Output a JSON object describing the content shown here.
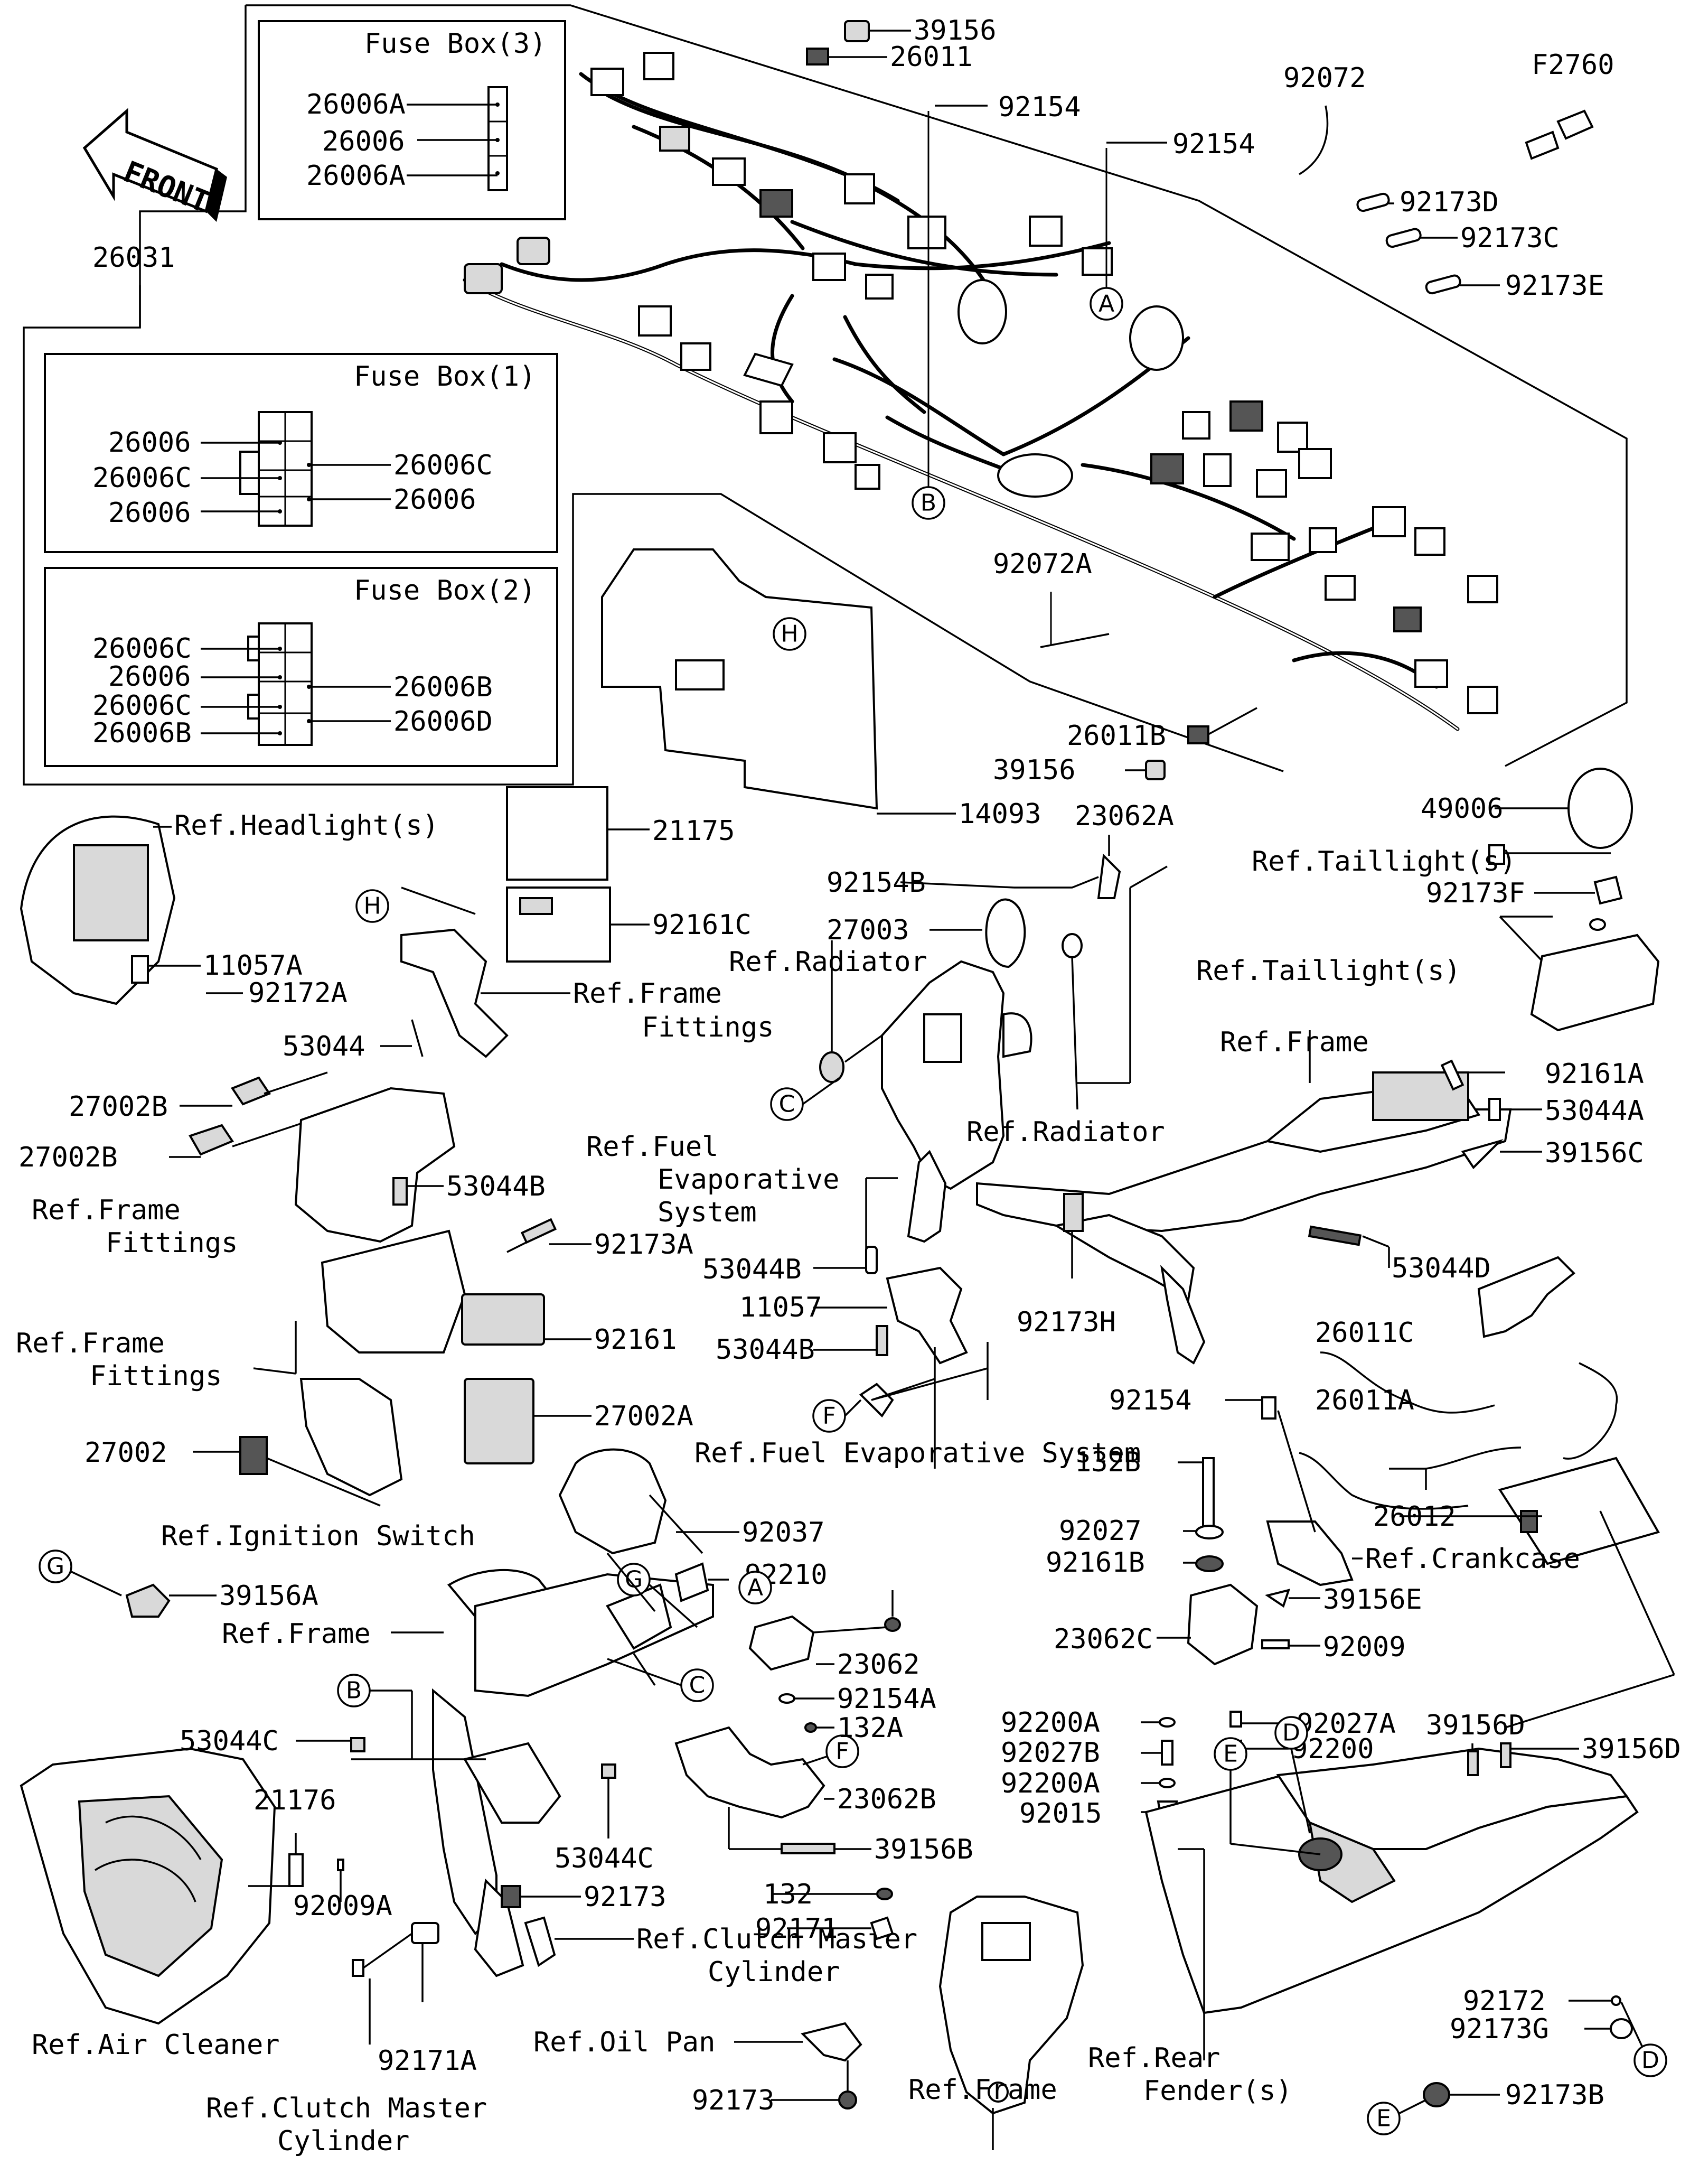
{
  "figure_code": "F2760",
  "front_arrow": "FRONT",
  "fuse_boxes": {
    "box3": {
      "title": "Fuse Box(3)",
      "labels": [
        "26006A",
        "26006",
        "26006A"
      ]
    },
    "box1": {
      "title": "Fuse Box(1)",
      "left": [
        "26006",
        "26006C",
        "26006"
      ],
      "right": [
        "26006C",
        "26006"
      ]
    },
    "box2": {
      "title": "Fuse Box(2)",
      "left": [
        "26006C",
        "26006",
        "26006C",
        "26006B"
      ],
      "right": [
        "26006B",
        "26006D"
      ]
    }
  },
  "part_labels": {
    "p26031": "26031",
    "p39156_top": "39156",
    "p26011": "26011",
    "p92154_a": "92154",
    "p92154_b": "92154",
    "p92072": "92072",
    "p92173D": "92173D",
    "p92173C": "92173C",
    "p92173E": "92173E",
    "p92072A": "92072A",
    "p26011B": "26011B",
    "p39156_mid": "39156",
    "p49006": "49006",
    "p14093": "14093",
    "p21175": "21175",
    "p92161C": "92161C",
    "p23062A": "23062A",
    "p92154B": "92154B",
    "p27003": "27003",
    "p11057A": "11057A",
    "p92172A": "92172A",
    "p53044": "53044",
    "p27002B_a": "27002B",
    "p27002B_b": "27002B",
    "p53044B_a": "53044B",
    "p92173A": "92173A",
    "p92161": "92161",
    "p27002A": "27002A",
    "p27002": "27002",
    "p92037": "92037",
    "p39156A": "39156A",
    "p92210": "92210",
    "p23062": "23062",
    "p92154A": "92154A",
    "p132A": "132A",
    "p23062B": "23062B",
    "p39156B": "39156B",
    "p53044C_a": "53044C",
    "p53044C_b": "53044C",
    "p21176": "21176",
    "p92009A": "92009A",
    "p92173_a": "92173",
    "p92171A": "92171A",
    "p132": "132",
    "p92171": "92171",
    "p92173_b": "92173",
    "p53044B_b": "53044B",
    "p11057": "11057",
    "p53044B_c": "53044B",
    "p92173H": "92173H",
    "p92173F": "92173F",
    "p92161A": "92161A",
    "p53044A": "53044A",
    "p39156C": "39156C",
    "p53044D": "53044D",
    "p26011C": "26011C",
    "p92154_c": "92154",
    "p26011A": "26011A",
    "p132B": "132B",
    "p92027": "92027",
    "p92161B": "92161B",
    "p26012": "26012",
    "p39156E": "39156E",
    "p23062C": "23062C",
    "p92009": "92009",
    "p92200A_a": "92200A",
    "p92027A": "92027A",
    "p92027B": "92027B",
    "p92200": "92200",
    "p92200A_b": "92200A",
    "p92015": "92015",
    "p39156D_a": "39156D",
    "p39156D_b": "39156D",
    "p92172": "92172",
    "p92173G": "92173G",
    "p92173B": "92173B"
  },
  "references": {
    "headlight": "Ref.Headlight(s)",
    "frame_fittings_1": [
      "Ref.Frame",
      "Fittings"
    ],
    "radiator_1": "Ref.Radiator",
    "radiator_2": "Ref.Radiator",
    "taillight_1": "Ref.Taillight(s)",
    "taillight_2": "Ref.Taillight(s)",
    "frame_1": "Ref.Frame",
    "fuel_evap_1": [
      "Ref.Fuel",
      "Evaporative",
      "System"
    ],
    "frame_fittings_2": [
      "Ref.Frame",
      "Fittings"
    ],
    "frame_fittings_3": [
      "Ref.Frame",
      "Fittings"
    ],
    "ignition": "Ref.Ignition Switch",
    "fuel_evap_2": "Ref.Fuel Evaporative System",
    "crankcase": "Ref.Crankcase",
    "frame_2": "Ref.Frame",
    "clutch_1": [
      "Ref.Clutch Master",
      "Cylinder"
    ],
    "air_cleaner": "Ref.Air Cleaner",
    "clutch_2": [
      "Ref.Clutch Master",
      "Cylinder"
    ],
    "oil_pan": "Ref.Oil Pan",
    "frame_3": "Ref.Frame",
    "rear_fender": [
      "Ref.Rear",
      "Fender(s)"
    ]
  },
  "callouts": {
    "A": "A",
    "B": "B",
    "C": "C",
    "D": "D",
    "E": "E",
    "F": "F",
    "G": "G",
    "H": "H"
  }
}
